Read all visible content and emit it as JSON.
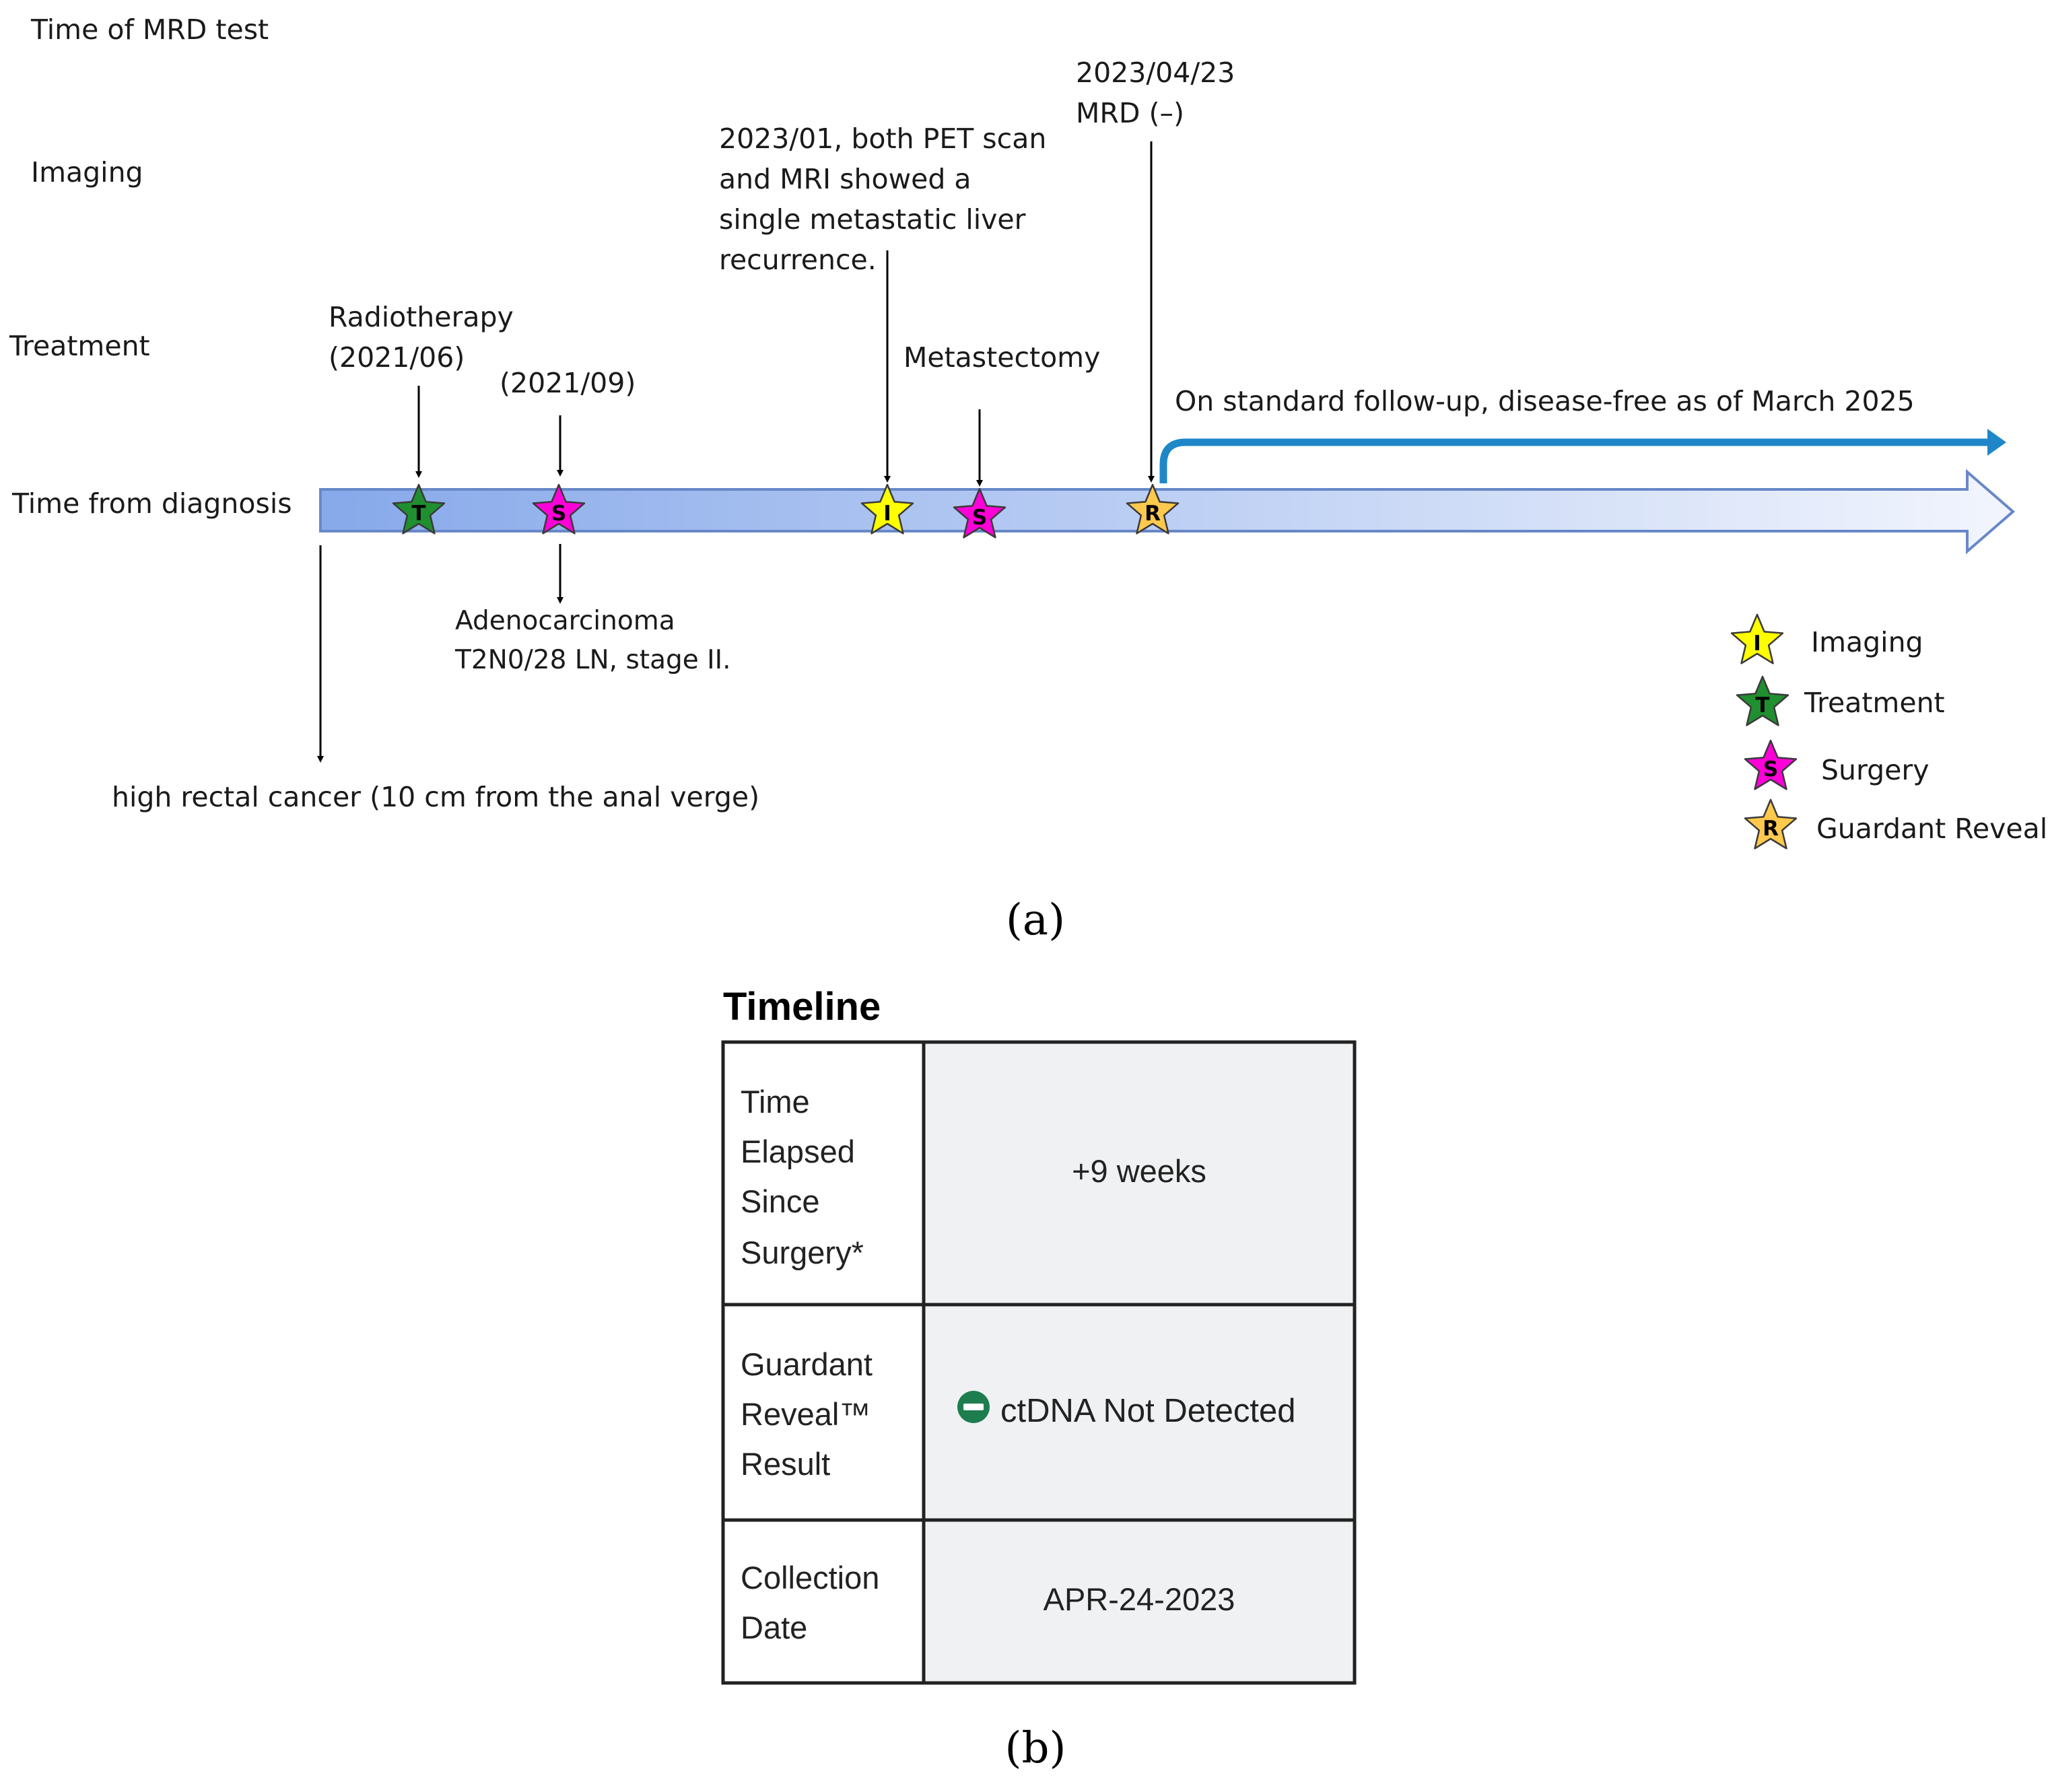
{
  "panel_a": {
    "row_labels": {
      "mrd": "Time of MRD test",
      "imaging": "Imaging",
      "treatment": "Treatment",
      "time": "Time from diagnosis"
    },
    "events": {
      "radiotherapy": {
        "marker": "T",
        "label_lines": [
          "Radiotherapy",
          "(2021/06)"
        ]
      },
      "surgery_1": {
        "marker": "S",
        "label_lines": [
          "(2021/09)"
        ],
        "below_lines": [
          "Adenocarcinoma",
          "T2N0/28 LN, stage II."
        ]
      },
      "imaging": {
        "marker": "I",
        "label_lines": [
          "2023/01, both PET scan",
          "and MRI showed a",
          "single metastatic liver",
          "recurrence."
        ]
      },
      "surgery_2": {
        "marker": "S",
        "label_lines": [
          "Metastectomy"
        ]
      },
      "mrd_test": {
        "marker": "R",
        "label_lines": [
          "2023/04/23",
          "MRD (–)"
        ]
      }
    },
    "followup_text": "On standard follow-up, disease-free as of March 2025",
    "diagnosis_text": "high rectal cancer (10 cm from the anal verge)",
    "legend": [
      {
        "marker": "I",
        "label": "Imaging",
        "color": "#ffff00"
      },
      {
        "marker": "T",
        "label": "Treatment",
        "color": "#1f8f2f"
      },
      {
        "marker": "S",
        "label": "Surgery",
        "color": "#ff00d8"
      },
      {
        "marker": "R",
        "label": "Guardant Reveal",
        "color": "#ffc94d"
      }
    ],
    "panel_label": "(a)"
  },
  "panel_b": {
    "title": "Timeline",
    "rows": [
      {
        "label_lines": [
          "Time",
          "Elapsed",
          "Since",
          "Surgery*"
        ],
        "value": "+9 weeks"
      },
      {
        "label_lines": [
          "Guardant",
          "Reveal™",
          "Result"
        ],
        "value": "ctDNA Not Detected",
        "status_icon": "minus-circle-icon",
        "status_color": "#1e7d4f"
      },
      {
        "label_lines": [
          "Collection",
          "Date"
        ],
        "value": "APR-24-2023"
      }
    ],
    "panel_label": "(b)"
  },
  "colors": {
    "bar_start": "#87a9ea",
    "bar_end": "#f2f5fd",
    "followup_arrow": "#1f87c8"
  }
}
